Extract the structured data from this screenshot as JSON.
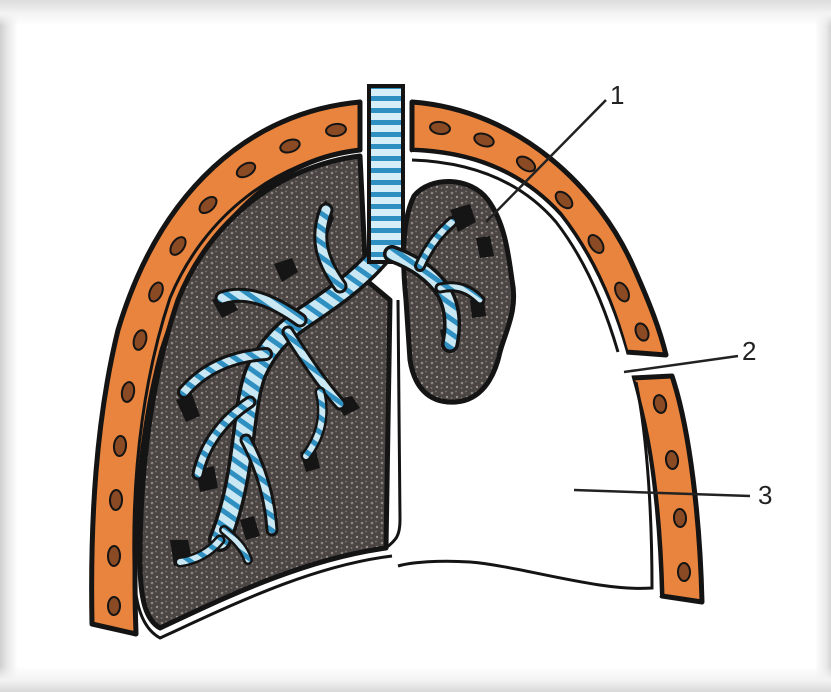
{
  "labels": {
    "one": "1",
    "two": "2",
    "three": "3"
  },
  "colors": {
    "chest_wall": "#e8843e",
    "rib": "#8a4a24",
    "lung": "#4b4644",
    "lung_speckle": "#8d8580",
    "bronchi_light": "#bfe2ef",
    "bronchi_stripe": "#2e8fc0",
    "outline": "#141414",
    "pleura": "#f4f6ee"
  }
}
